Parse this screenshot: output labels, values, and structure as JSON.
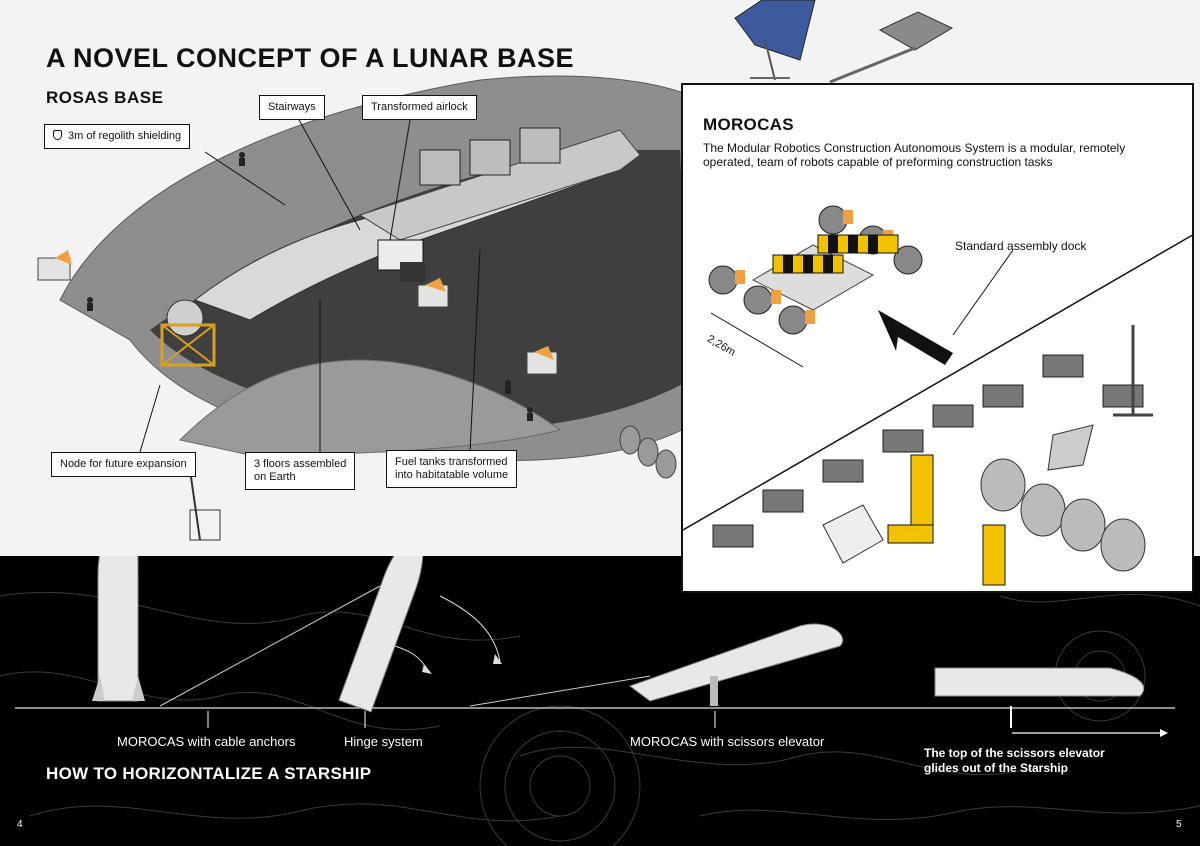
{
  "header": {
    "title": "A NOVEL CONCEPT OF A LUNAR BASE",
    "subtitle": "ROSAS BASE"
  },
  "callouts": {
    "shielding": "3m of regolith shielding",
    "stairways": "Stairways",
    "airlock": "Transformed airlock",
    "node": "Node for future expansion",
    "floors_line1": "3 floors assembled",
    "floors_line2": "on Earth",
    "fuel_line1": "Fuel tanks transformed",
    "fuel_line2": "into habitatable volume"
  },
  "morocas": {
    "title": "MOROCAS",
    "description": "The Modular Robotics Construction Autonomous System is a modular, remotely operated, team of robots capable of preforming construction tasks",
    "dock_label": "Standard assembly dock",
    "dimension": "2,26m"
  },
  "horizontalize": {
    "title": "HOW TO HORIZONTALIZE A STARSHIP",
    "cable_anchors": "MOROCAS with cable anchors",
    "hinge": "Hinge system",
    "scissors": "MOROCAS with scissors elevator",
    "glide_line1": "The top of the scissors elevator",
    "glide_line2": "glides out of the Starship"
  },
  "pages": {
    "left": "4",
    "right": "5"
  },
  "colors": {
    "accent": "#f0a040",
    "hazard": "#f2c200",
    "dark": "#000000"
  },
  "icons": [
    "shield-icon",
    "solar-panel-icon",
    "arrow-icon"
  ]
}
